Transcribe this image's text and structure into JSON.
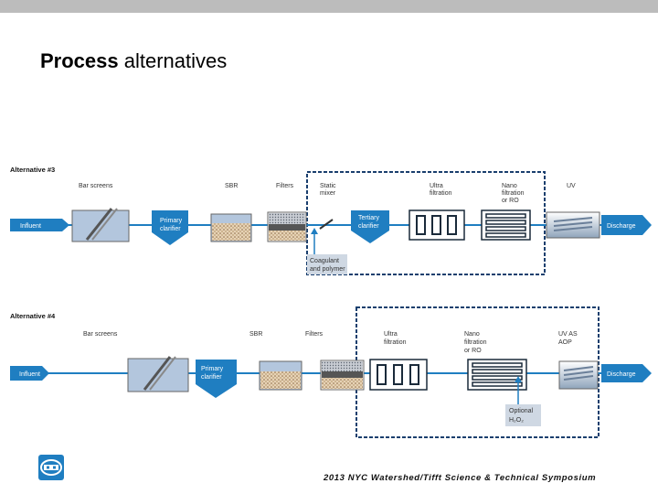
{
  "title": {
    "bold": "Process",
    "rest": " alternatives"
  },
  "alt3": {
    "heading": "Alternative #3",
    "influent": "Influent",
    "bar_screens": "Bar screens",
    "primary_clarifier": [
      "Primary",
      "clarifier"
    ],
    "sbr": "SBR",
    "filters": "Filters",
    "static_mixer": [
      "Static",
      "mixer"
    ],
    "tertiary_clarifier": [
      "Tertiary",
      "clarifier"
    ],
    "ultra": [
      "Ultra",
      "filtration"
    ],
    "nano": [
      "Nano",
      "filtration",
      "or RO"
    ],
    "uv": "UV",
    "discharge": "Discharge",
    "coagulant": [
      "Coagulant",
      "and polymer"
    ]
  },
  "alt4": {
    "heading": "Alternative #4",
    "influent": "Influent",
    "bar_screens": "Bar screens",
    "primary_clarifier": [
      "Primary",
      "clarifier"
    ],
    "sbr": "SBR",
    "filters": "Filters",
    "ultra": [
      "Ultra",
      "filtration"
    ],
    "nano": [
      "Nano",
      "filtration",
      "or RO"
    ],
    "uv": [
      "UV AS",
      "AOP"
    ],
    "discharge": "Discharge",
    "optional": [
      "Optional",
      "H₂O₂"
    ]
  },
  "footer": "2013 NYC Watershed/Tifft Science & Technical Symposium",
  "logo_icon": "org-logo-icon",
  "colors": {
    "flow": "#1f7ec1",
    "dashed": "#1a3f6e",
    "tank_water": "#b3c6dd",
    "topbar": "#bcbcbc"
  }
}
